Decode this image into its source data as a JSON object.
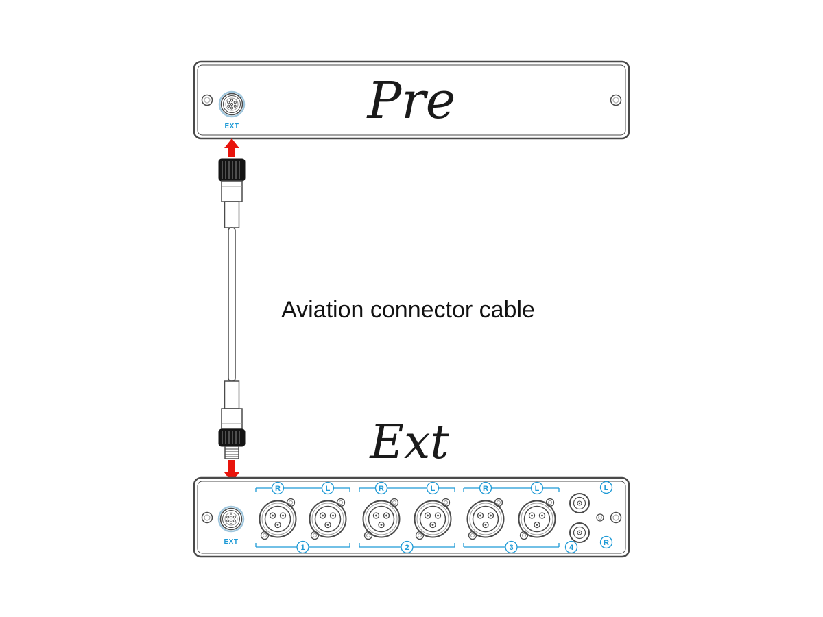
{
  "colors": {
    "blue": "#1E9AD6",
    "red": "#E8140C",
    "line": "#4A4A4A",
    "panel_fill": "#FFFFFF",
    "knurl_black": "#141414"
  },
  "top_panel": {
    "title": "Pre",
    "ext_label": "EXT"
  },
  "cable": {
    "label": "Aviation connector cable"
  },
  "bottom_panel": {
    "title": "Ext",
    "ext_label": "EXT",
    "xlr_pairs": [
      {
        "left": "R",
        "right": "L",
        "group": "1"
      },
      {
        "left": "R",
        "right": "L",
        "group": "2"
      },
      {
        "left": "R",
        "right": "L",
        "group": "3"
      }
    ],
    "rca": {
      "top": "L",
      "bottom": "R",
      "group": "4"
    }
  }
}
